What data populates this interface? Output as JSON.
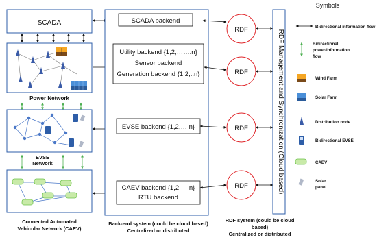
{
  "left_column": {
    "scada": "SCADA",
    "power_network": "Power Network",
    "evse_network_line1": "EVSE",
    "evse_network_line2": "Network",
    "caev_caption_line1": "Connected Automated",
    "caev_caption_line2": "Vehicular Network (CAEV)"
  },
  "backend": {
    "scada_backend": "SCADA backend",
    "utility_backend": "Utility backend {1,2,…….n}",
    "sensor_backend": "Sensor backend",
    "generation_backend": "Generation backend {1,2,..n}",
    "evse_backend": "EVSE backend {1,2,… n}",
    "caev_backend": "CAEV backend {1,2,… n}",
    "rtu_backend": "RTU backend",
    "caption_line1": "Back-end system (could be cloud based)",
    "caption_line2": "Centralized or distributed"
  },
  "rdf": {
    "node_label": "RDF",
    "management_bar": "RDF Management and Synchronization (Cloud based)",
    "caption_line1": "RDF system (could be cloud",
    "caption_line2": "based)",
    "caption_line3": "Centralized or distributed"
  },
  "legend": {
    "title": "Symbols",
    "bidir_info_flow": "Bidirectional information flow",
    "bidir_power_line1": "Bidirectional",
    "bidir_power_line2": "power/information",
    "bidir_power_line3": "flow",
    "wind_farm": "Wind Farm",
    "solar_farm": "Solar Farm",
    "distribution_node": "Distribution node",
    "bidir_evse": "Bidirectional EVSE",
    "caev": "CAEV",
    "solar_panel_line1": "Solar",
    "solar_panel_line2": "panel"
  },
  "colors": {
    "box_border": "#2e5ea8",
    "rdf_circle": "#e0262a",
    "power_arrow": "#4caf50",
    "node_blue": "#3a5ba8",
    "network_line": "#4a78c8",
    "car_green": "#6cc24a",
    "wind_orange": "#f5a623",
    "solar_blue": "#4a8fd8"
  }
}
